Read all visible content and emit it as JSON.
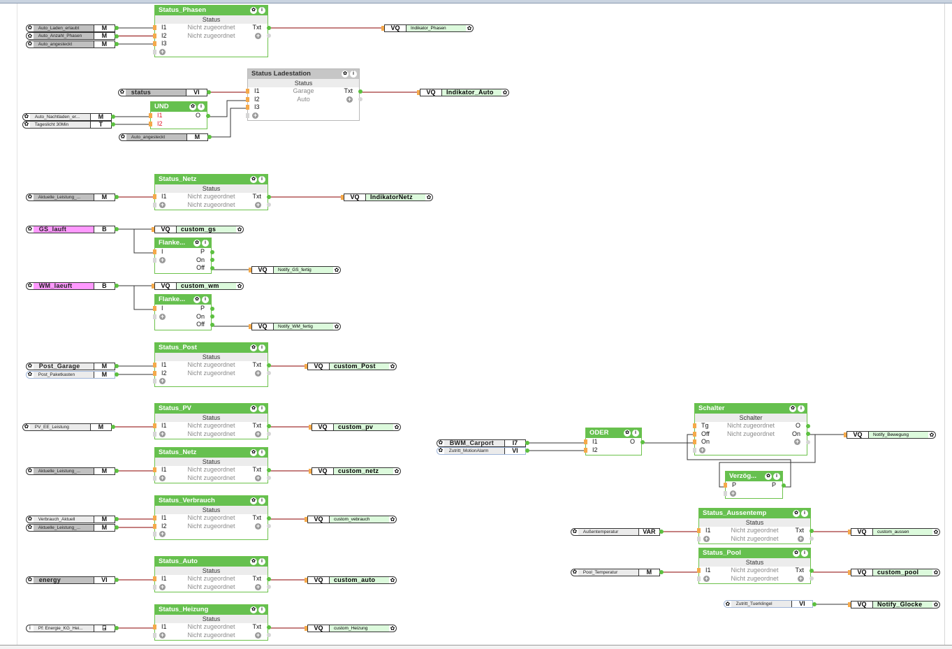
{
  "colors": {
    "block_header": "#66c04f",
    "block_header_inactive": "#c6c6c6",
    "wire_analog": "#8b0000",
    "wire_digital": "#333333",
    "output_name_bg": "#dcfadc",
    "input_pin": "#f5a94a",
    "output_pin": "#5cc040"
  },
  "icons": {
    "connector": "gear-icon",
    "block_settings": "gear-icon",
    "block_info": "info-icon",
    "add": "plus-icon",
    "program_input": "info-icon",
    "output_type": "output-port-icon"
  },
  "inputs": [
    {
      "label": "Auto_Laden_erlaubt",
      "type": "M",
      "color": "#c0c0c0"
    },
    {
      "label": "Auto_Anzahl_Phasen",
      "type": "M",
      "color": "#c0c0c0"
    },
    {
      "label": "Auto_angesteckt",
      "type": "M",
      "color": "#c0c0c0"
    },
    {
      "label": "status",
      "type": "VI",
      "color": "#c0c0c0"
    },
    {
      "label": "Auto_Nachtladen_er...",
      "type": "M",
      "color": "#ebebeb"
    },
    {
      "label": "Tageslicht 30Min",
      "type": "T",
      "color": "#ebebeb"
    },
    {
      "label": "Auto_angesteckt",
      "type": "M",
      "color": "#c0c0c0"
    },
    {
      "label": "Aktuelle_Leistung_...",
      "type": "M",
      "color": "#c0c0c0"
    },
    {
      "label": "GS_lauft",
      "type": "B",
      "color": "#ff99ff"
    },
    {
      "label": "WM_laeuft",
      "type": "B",
      "color": "#ff99ff"
    },
    {
      "label": "Post_Garage",
      "type": "M",
      "color": "#ebebeb"
    },
    {
      "label": "Post_Paketkasten",
      "type": "M",
      "color": "#ebebeb"
    },
    {
      "label": "PV_EE_Leistung",
      "type": "M",
      "color": "#ebebeb"
    },
    {
      "label": "Aktuelle_Leistung_...",
      "type": "M",
      "color": "#c0c0c0"
    },
    {
      "label": "Verbrauch_Aktuell",
      "type": "M",
      "color": "#ebebeb"
    },
    {
      "label": "Aktuelle_Leistung_...",
      "type": "M",
      "color": "#c0c0c0"
    },
    {
      "label": "energy",
      "type": "VI",
      "color": "#c0c0c0"
    },
    {
      "label": "Pf: Energie_KG_Hei...",
      "type": "⍈",
      "color": "#ebebeb"
    },
    {
      "label": "BWM_Carport",
      "type": "I7",
      "color": "#ebebeb"
    },
    {
      "label": "Zutritt_MotionAlarm",
      "type": "VI",
      "color": "#ebebeb"
    },
    {
      "label": "Außentemperatur",
      "type": "VAR",
      "color": "#ebebeb"
    },
    {
      "label": "Pool_Temperatur",
      "type": "M",
      "color": "#ebebeb"
    },
    {
      "label": "Zutritt_Tuerklingel",
      "type": "VI",
      "color": "#ebebeb"
    }
  ],
  "outputs": [
    {
      "type": "VQ",
      "label": "Indikator_Phasen"
    },
    {
      "type": "VQ",
      "label": "Indikator_Auto"
    },
    {
      "type": "VQ",
      "label": "IndikatorNetz"
    },
    {
      "type": "VQ",
      "label": "custom_gs"
    },
    {
      "type": "VQ",
      "label": "Notify_GS_fertig"
    },
    {
      "type": "VQ",
      "label": "custom_wm"
    },
    {
      "type": "VQ",
      "label": "Notify_WM_fertig"
    },
    {
      "type": "VQ",
      "label": "custom_Post"
    },
    {
      "type": "VQ",
      "label": "custom_pv"
    },
    {
      "type": "VQ",
      "label": "custom_netz"
    },
    {
      "type": "VQ",
      "label": "custom_vebrauch"
    },
    {
      "type": "VQ",
      "label": "custom_auto"
    },
    {
      "type": "VQ",
      "label": "custom_Heizung"
    },
    {
      "type": "VQ",
      "label": "Notify_Bewegung"
    },
    {
      "type": "VQ",
      "label": "custom_aussen"
    },
    {
      "type": "VQ",
      "label": "custom_pool"
    },
    {
      "type": "VQ",
      "label": "Notify_Glocke"
    }
  ],
  "blocks": [
    {
      "title": "Status_Phasen",
      "subtitle": "Status",
      "inputs": [
        "I1",
        "I2",
        "I3",
        "+"
      ],
      "texts": [
        "Nicht zugeordnet",
        "Nicht zugeordnet"
      ],
      "outputs": [
        "Txt",
        "+"
      ],
      "active": true
    },
    {
      "title": "Status Ladestation",
      "subtitle": "Status",
      "inputs": [
        "I1",
        "I2",
        "I3",
        "+"
      ],
      "texts": [
        "Garage",
        "Auto"
      ],
      "outputs": [
        "Txt",
        "+"
      ],
      "active": false
    },
    {
      "title": "UND",
      "inputs": [
        "I1",
        "I2"
      ],
      "texts": [],
      "outputs": [
        "O"
      ],
      "active": true
    },
    {
      "title": "Status_Netz",
      "subtitle": "Status",
      "inputs": [
        "I1",
        "+"
      ],
      "texts": [
        "Nicht zugeordnet",
        "Nicht zugeordnet"
      ],
      "outputs": [
        "Txt",
        "+"
      ],
      "active": true
    },
    {
      "title": "Flanke...",
      "inputs": [
        "I",
        "+"
      ],
      "texts": [],
      "outputs": [
        "P",
        "On",
        "Off"
      ],
      "active": true
    },
    {
      "title": "Flanke...",
      "inputs": [
        "I",
        "+"
      ],
      "texts": [],
      "outputs": [
        "P",
        "On",
        "Off"
      ],
      "active": true
    },
    {
      "title": "Status_Post",
      "subtitle": "Status",
      "inputs": [
        "I1",
        "I2",
        "+"
      ],
      "texts": [
        "Nicht zugeordnet",
        "Nicht zugeordnet"
      ],
      "outputs": [
        "Txt",
        "+"
      ],
      "active": true
    },
    {
      "title": "Status_PV",
      "subtitle": "Status",
      "inputs": [
        "I1",
        "+"
      ],
      "texts": [
        "Nicht zugeordnet",
        "Nicht zugeordnet"
      ],
      "outputs": [
        "Txt",
        "+"
      ],
      "active": true
    },
    {
      "title": "Status_Netz",
      "subtitle": "Status",
      "inputs": [
        "I1",
        "+"
      ],
      "texts": [
        "Nicht zugeordnet",
        "Nicht zugeordnet"
      ],
      "outputs": [
        "Txt",
        "+"
      ],
      "active": true
    },
    {
      "title": "Status_Verbrauch",
      "subtitle": "Status",
      "inputs": [
        "I1",
        "I2",
        "+"
      ],
      "texts": [
        "Nicht zugeordnet",
        "Nicht zugeordnet"
      ],
      "outputs": [
        "Txt",
        "+"
      ],
      "active": true
    },
    {
      "title": "Status_Auto",
      "subtitle": "Status",
      "inputs": [
        "I1",
        "+"
      ],
      "texts": [
        "Nicht zugeordnet",
        "Nicht zugeordnet"
      ],
      "outputs": [
        "Txt",
        "+"
      ],
      "active": true
    },
    {
      "title": "Status_Heizung",
      "subtitle": "Status",
      "inputs": [
        "I1",
        "+"
      ],
      "texts": [
        "Nicht zugeordnet",
        "Nicht zugeordnet"
      ],
      "outputs": [
        "Txt",
        "+"
      ],
      "active": true
    },
    {
      "title": "ODER",
      "inputs": [
        "I1",
        "I2"
      ],
      "texts": [],
      "outputs": [
        "O"
      ],
      "active": true
    },
    {
      "title": "Schalter",
      "subtitle": "Schalter",
      "inputs": [
        "Tg",
        "Off",
        "On",
        "+"
      ],
      "texts": [
        "Nicht zugeordnet",
        "Nicht zugeordnet"
      ],
      "outputs": [
        "O",
        "On",
        "+"
      ],
      "active": true
    },
    {
      "title": "Verzög...",
      "inputs": [
        "P",
        "+"
      ],
      "texts": [],
      "outputs": [
        "P"
      ],
      "active": true
    },
    {
      "title": "Status_Aussentemp",
      "subtitle": "Status",
      "inputs": [
        "I1",
        "+"
      ],
      "texts": [
        "Nicht zugeordnet",
        "Nicht zugeordnet"
      ],
      "outputs": [
        "Txt",
        "+"
      ],
      "active": true
    },
    {
      "title": "Status_Pool",
      "subtitle": "Status",
      "inputs": [
        "I1",
        "+"
      ],
      "texts": [
        "Nicht zugeordnet",
        "Nicht zugeordnet"
      ],
      "outputs": [
        "Txt",
        "+"
      ],
      "active": true
    }
  ]
}
